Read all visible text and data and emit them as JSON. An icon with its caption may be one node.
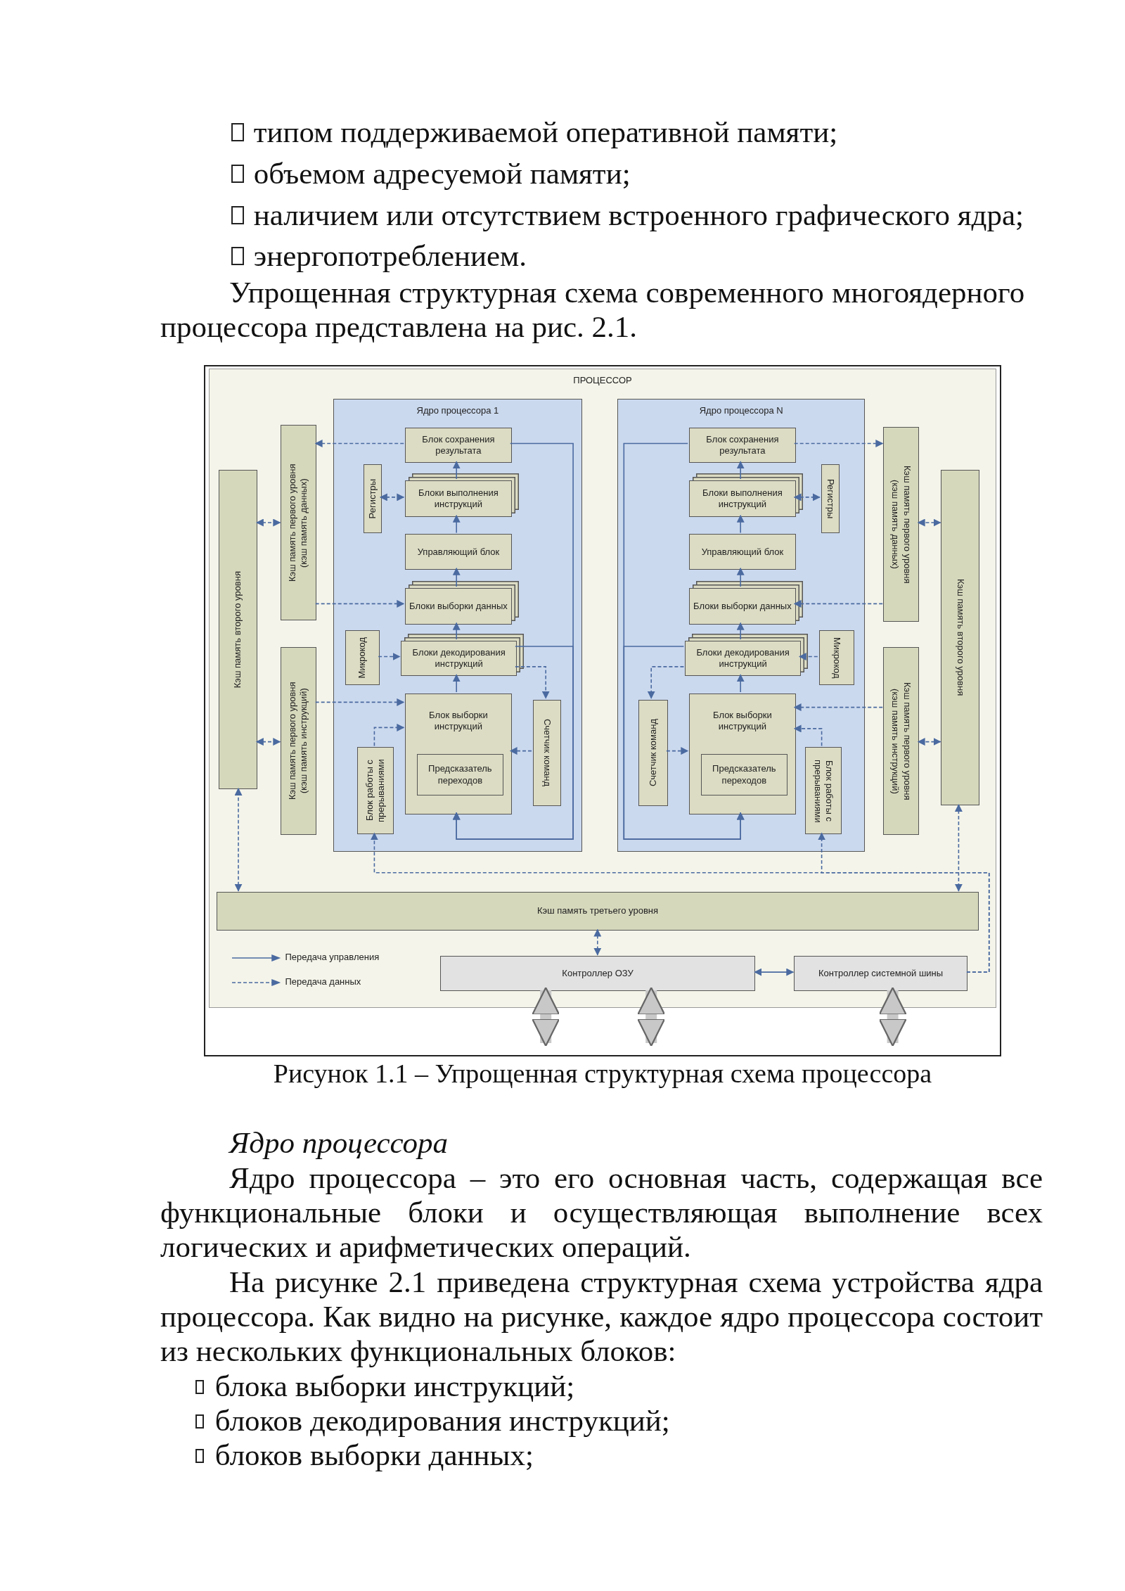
{
  "diagram": {
    "caption": "Рисунок 1.1 – Упрощенная структурная схема процессора",
    "nodes": [
      {
        "text": [
          "ПРОЦЕССОР"
        ]
      },
      {
        "text": [
          "Ядро процессора 1"
        ],
        "in": 0
      },
      {
        "text": [
          "Ядро процессора N"
        ],
        "in": 0
      },
      {
        "text": [
          "Блок сохранения результата"
        ],
        "in": 1
      },
      {
        "text": [
          "Регистры"
        ],
        "in": 1
      },
      {
        "text": [
          "Блоки выполнения инструкций"
        ],
        "in": 1
      },
      {
        "text": [
          "Управляющий блок"
        ],
        "in": 1
      },
      {
        "text": [
          "Блоки выборки данных"
        ],
        "in": 1
      },
      {
        "text": [
          "Микрокод"
        ],
        "in": 1
      },
      {
        "text": [
          "Блоки декодирования инструкций"
        ],
        "in": 1
      },
      {
        "text": [
          "Блок выборки инструкций"
        ],
        "in": 1
      },
      {
        "text": [
          "Предсказатель переходов"
        ],
        "in": 10
      },
      {
        "text": [
          "Счетчик команд"
        ],
        "in": 1
      },
      {
        "text": [
          "Блок работы с прерываниями"
        ],
        "in": 1
      },
      {
        "text": [
          "Блок сохранения результата"
        ],
        "in": 2
      },
      {
        "text": [
          "Блоки выполнения инструкций"
        ],
        "in": 2
      },
      {
        "text": [
          "Регистры"
        ],
        "in": 2
      },
      {
        "text": [
          "Управляющий блок"
        ],
        "in": 2
      },
      {
        "text": [
          "Блоки выборки данных"
        ],
        "in": 2
      },
      {
        "text": [
          "Блоки декодирования инструкций"
        ],
        "in": 2
      },
      {
        "text": [
          "Микрокод"
        ],
        "in": 2
      },
      {
        "text": [
          "Счетчик команд"
        ],
        "in": 2
      },
      {
        "text": [
          "Блок выборки инструкций"
        ],
        "in": 2
      },
      {
        "text": [
          "Предсказатель переходов"
        ],
        "in": 22
      },
      {
        "text": [
          "Блок работы с прерываниями"
        ],
        "in": 2
      },
      {
        "text": [
          "Кэш память второго уровня"
        ],
        "in": 0
      },
      {
        "text": [
          "Кэш память первого уровня (кэш память данных)"
        ],
        "in": 0
      },
      {
        "text": [
          "Кэш память первого уровня (кэш память инструкций)"
        ],
        "in": 0
      },
      {
        "text": [
          "Кэш память первого уровня (кэш память данных)"
        ],
        "in": 0
      },
      {
        "text": [
          "Кэш память первого уровня (кэш память инструкций)"
        ],
        "in": 0
      },
      {
        "text": [
          "Кэш память второго уровня"
        ],
        "in": 0
      },
      {
        "text": [
          "Кэш память третьего уровня"
        ],
        "in": 0
      },
      {
        "text": [
          "Контроллер ОЗУ"
        ],
        "in": 0
      },
      {
        "text": [
          "Контроллер системной шины"
        ],
        "in": 0
      }
    ],
    "edges": [
      {
        "from": 5,
        "to": 3,
        "arrow": "to"
      },
      {
        "from": 6,
        "to": 5,
        "arrow": "to"
      },
      {
        "from": 7,
        "to": 6,
        "arrow": "to"
      },
      {
        "from": 9,
        "to": 7,
        "arrow": "to"
      },
      {
        "from": 10,
        "to": 9,
        "arrow": "to"
      },
      {
        "from": 3,
        "to": 26,
        "arrow": "to",
        "style": "dashed"
      },
      {
        "from": 3,
        "to": 10,
        "arrow": "to"
      },
      {
        "from": 9,
        "to": 10,
        "arrow": "to"
      },
      {
        "from": 4,
        "to": 5,
        "arrow": "both",
        "style": "dashed"
      },
      {
        "from": 26,
        "to": 7,
        "arrow": "to",
        "style": "dashed"
      },
      {
        "from": 8,
        "to": 9,
        "arrow": "to",
        "style": "dashed"
      },
      {
        "from": 27,
        "to": 10,
        "arrow": "to",
        "style": "dashed"
      },
      {
        "from": 13,
        "to": 10,
        "arrow": "to",
        "style": "dashed"
      },
      {
        "from": 9,
        "to": 12,
        "arrow": "to",
        "style": "dashed"
      },
      {
        "from": 12,
        "to": 10,
        "arrow": "to",
        "style": "dashed"
      },
      {
        "from": 25,
        "to": 26,
        "arrow": "both",
        "style": "dashed"
      },
      {
        "from": 25,
        "to": 27,
        "arrow": "both",
        "style": "dashed"
      },
      {
        "from": 15,
        "to": 14,
        "arrow": "to"
      },
      {
        "from": 17,
        "to": 15,
        "arrow": "to"
      },
      {
        "from": 18,
        "to": 17,
        "arrow": "to"
      },
      {
        "from": 19,
        "to": 18,
        "arrow": "to"
      },
      {
        "from": 22,
        "to": 19,
        "arrow": "to"
      },
      {
        "from": 14,
        "to": 28,
        "arrow": "to",
        "style": "dashed"
      },
      {
        "from": 14,
        "to": 22,
        "arrow": "to"
      },
      {
        "from": 19,
        "to": 22,
        "arrow": "to"
      },
      {
        "from": 15,
        "to": 16,
        "arrow": "both",
        "style": "dashed"
      },
      {
        "from": 28,
        "to": 18,
        "arrow": "to",
        "style": "dashed"
      },
      {
        "from": 20,
        "to": 19,
        "arrow": "to",
        "style": "dashed"
      },
      {
        "from": 29,
        "to": 22,
        "arrow": "to",
        "style": "dashed"
      },
      {
        "from": 24,
        "to": 22,
        "arrow": "to",
        "style": "dashed"
      },
      {
        "from": 19,
        "to": 21,
        "arrow": "to",
        "style": "dashed"
      },
      {
        "from": 21,
        "to": 22,
        "arrow": "to",
        "style": "dashed"
      },
      {
        "from": 30,
        "to": 28,
        "arrow": "both",
        "style": "dashed"
      },
      {
        "from": 30,
        "to": 29,
        "arrow": "both",
        "style": "dashed"
      },
      {
        "from": 31,
        "to": 25,
        "arrow": "both",
        "style": "dashed"
      },
      {
        "from": 30,
        "to": 31,
        "arrow": "both",
        "style": "dashed"
      },
      {
        "from": 33,
        "to": 13,
        "arrow": "to",
        "style": "dashed"
      },
      {
        "from": 33,
        "to": 24,
        "arrow": "to",
        "style": "dashed"
      },
      {
        "from": 31,
        "to": 32,
        "arrow": "both",
        "style": "dashed"
      },
      {
        "from": 32,
        "to": 33,
        "arrow": "both"
      },
      {
        "from": 32,
        "to": null,
        "arrow": "both",
        "style": "thick",
        "color": "#c8c8c8"
      },
      {
        "from": 32,
        "to": null,
        "arrow": "both",
        "style": "thick",
        "color": "#c8c8c8"
      },
      {
        "from": 33,
        "to": null,
        "arrow": "both",
        "style": "thick",
        "color": "#c8c8c8"
      }
    ],
    "labels": [
      "типом поддерживаемой оперативной памяти;",
      "объемом адресуемой памяти;",
      "наличием или отсутствием встроенного графического ядра;",
      "энергопотреблением.",
      "Упрощенная структурная схема современного многоядерного процессора представлена на рис. 2.1.",
      "Ядро процессора",
      "Ядро процессора – это его основная часть, содержащая все функциональные блоки и осуществляющая выполнение всех логических и арифметических операций.",
      "На рисунке 2.1 приведена структурная схема устройства ядра процессора. Как видно на рисунке, каждое ядро процессора состоит из нескольких функциональных блоков:",
      "блока выборки инструкций;",
      "блоков декодирования инструкций;",
      "блоков выборки данных;"
    ],
    "legend": [
      {
        "text": "Передача управления"
      },
      {
        "text": "Передача данных"
      }
    ]
  }
}
